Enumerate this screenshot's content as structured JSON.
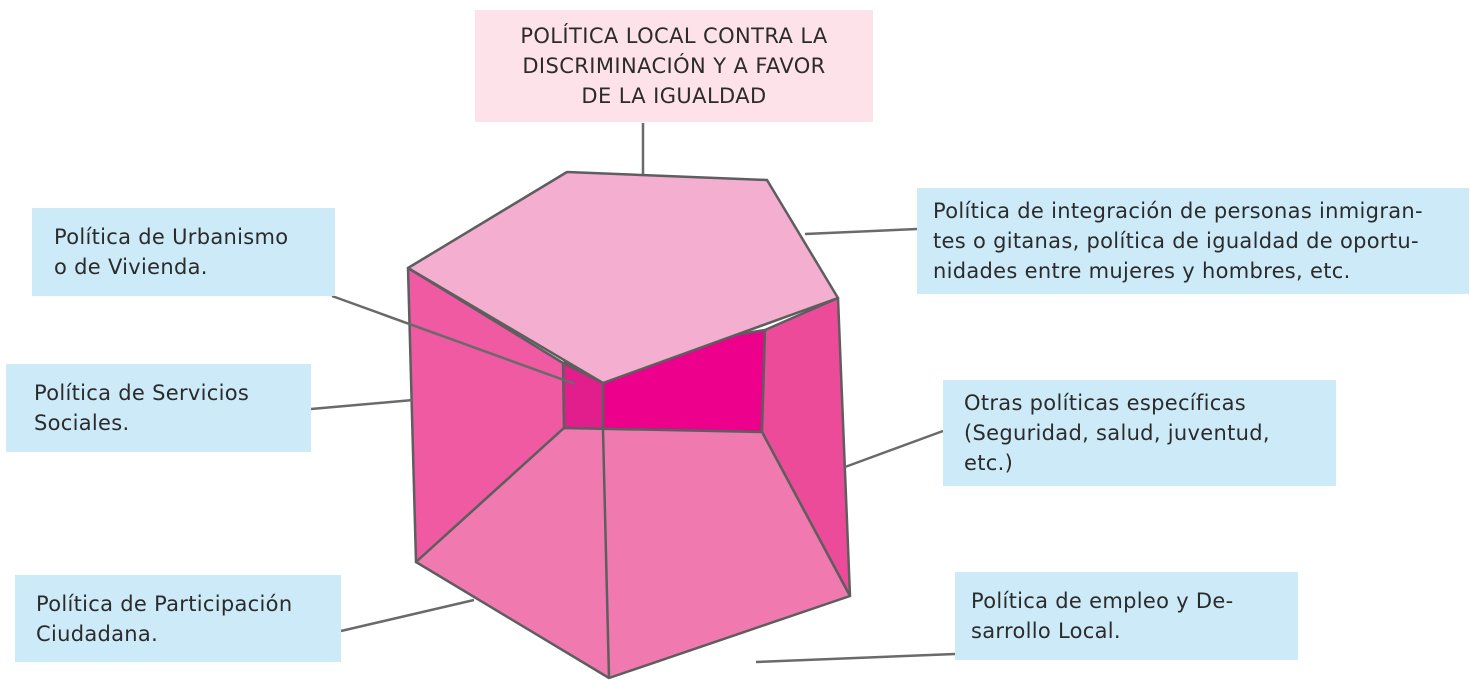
{
  "title": {
    "lines": [
      "POLÍTICA LOCAL CONTRA LA",
      "DISCRIMINACIÓN Y A FAVOR",
      "DE LA IGUALDAD"
    ]
  },
  "labels": {
    "urbanismo": {
      "lines": [
        "Política de Urbanismo",
        "o de Vivienda."
      ]
    },
    "servicios_sociales": {
      "lines": [
        "Política de Servicios",
        "Sociales."
      ]
    },
    "participacion": {
      "lines": [
        "Política de Participación",
        "Ciudadana."
      ]
    },
    "integracion": {
      "lines": [
        "Política de integración de personas inmigran-",
        "tes o gitanas, política de igualdad de oportu-",
        "nidades entre mujeres y hombres, etc."
      ]
    },
    "otras": {
      "lines": [
        "Otras políticas específicas",
        "(Seguridad, salud, juventud,",
        "etc.)"
      ]
    },
    "empleo": {
      "lines": [
        "Política de empleo y De-",
        "sarrollo Local."
      ]
    }
  },
  "colors": {
    "top_face": "#f3aed0",
    "left_face": "#ef5aa3",
    "front_face": "#f07aaf",
    "right_face": "#ec4b9a",
    "inner_back": "#ec008c",
    "inner_left": "#e21d8c",
    "edge": "#5e5e5e",
    "label_bg": "#cdeaf8",
    "title_bg": "#fde2ea"
  }
}
